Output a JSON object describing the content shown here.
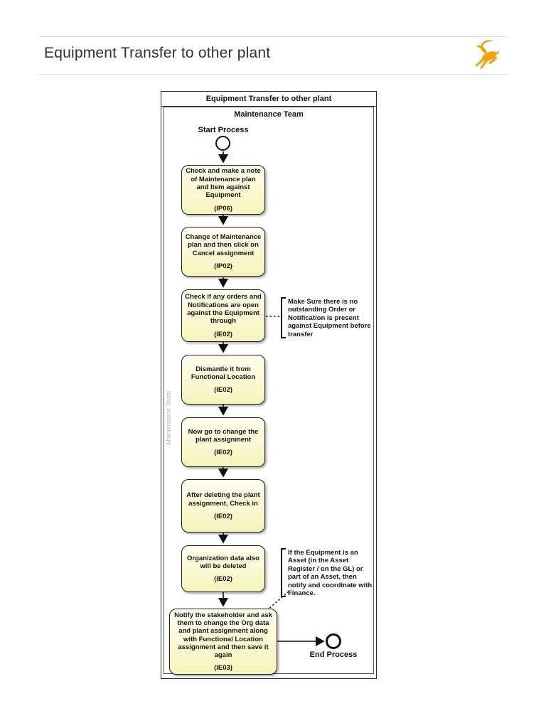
{
  "header": {
    "title": "Equipment Transfer to other plant",
    "logo_color": "#EFA30D"
  },
  "diagram": {
    "title": "Equipment Transfer to other plant",
    "lane": "Maintenance Team",
    "watermark": "Maintenance Team",
    "start_label": "Start Process",
    "end_label": "End Process",
    "steps": [
      {
        "text": "Check and make a note of Maintenance plan and Item against Equipment",
        "code": "(IP06)"
      },
      {
        "text": "Change of Maintenance plan and then click on Cancel assignment",
        "code": "(IP02)"
      },
      {
        "text": "Check if any orders and Notifications are open against the Equipment through",
        "code": "(IE02)"
      },
      {
        "text": "Dismantle it from Functional Location",
        "code": "(IE02)"
      },
      {
        "text": "Now go to change the plant assignment",
        "code": "(IE02)"
      },
      {
        "text": "After deleting the plant assignment, Check in",
        "code": "(IE02)"
      },
      {
        "text": "Organization data also will be deleted",
        "code": "(IE02)"
      },
      {
        "text": "Notify the stakeholder and ask them to change the Org data and plant assignment along with Functional Location assignment and then save it again",
        "code": "(IE03)"
      }
    ],
    "notes": [
      {
        "text": "Make Sure there is no outstanding Order or Notification is present against Equipment before transfer"
      },
      {
        "text": "If the Equipment is an Asset (in the Asset Register / on the GL) or part of an Asset, then notify and coordinate with Finance."
      }
    ],
    "colors": {
      "activity_fill_top": "#FFFEEF",
      "activity_fill_bottom": "#F6F4BA",
      "activity_border": "#1F1F1F"
    }
  }
}
